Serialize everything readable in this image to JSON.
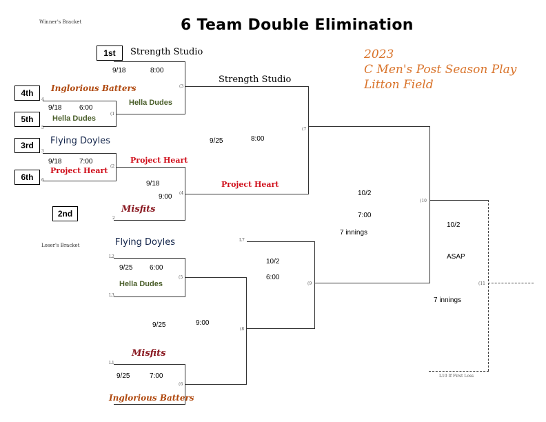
{
  "header": {
    "winners_label": "Winner's Bracket",
    "title": "6 Team Double Elimination",
    "losers_label": "Loser's Bracket"
  },
  "info": {
    "year": "2023",
    "league": "C Men's Post Season Play",
    "field": "Litton Field"
  },
  "seeds": {
    "s1": "1st",
    "s2": "2nd",
    "s3": "3rd",
    "s4": "4th",
    "s5": "5th",
    "s6": "6th"
  },
  "winners": {
    "g1": {
      "team_top": "Inglorious Batters",
      "team_bottom": "Hella Dudes",
      "date": "9/18",
      "time": "6:00",
      "label": "(1",
      "slot_top": "4",
      "slot_bottom": "5"
    },
    "g2": {
      "team_top": "Flying Doyles",
      "team_bottom": "Project Heart",
      "date": "9/18",
      "time": "7:00",
      "label": "(2",
      "slot_top": "3",
      "slot_bottom": "6"
    },
    "g3": {
      "team_top": "Strength Studio",
      "winner_in": "Hella Dudes",
      "date": "9/18",
      "time": "8:00",
      "label": "(3"
    },
    "g4": {
      "winner_in": "Project Heart",
      "team_bottom": "Misfits",
      "date": "9/18",
      "time": "9:00",
      "label": "(4",
      "slot_bottom": "2"
    },
    "g7": {
      "team_top": "Strength Studio",
      "team_bottom": "Project Heart",
      "date": "9/25",
      "time": "8:00",
      "label": "(7"
    },
    "g10": {
      "date": "10/2",
      "time": "7:00",
      "note": "7 innings",
      "label": "(10"
    },
    "g11": {
      "date": "10/2",
      "time": "ASAP",
      "note": "7 innings",
      "label": "(11",
      "footnote": "L10 If First Loss"
    }
  },
  "losers": {
    "g5": {
      "team_top": "Flying Doyles",
      "team_bottom": "Hella Dudes",
      "date": "9/25",
      "time": "6:00",
      "label": "(5",
      "slot_top": "L2",
      "slot_bottom": "L3"
    },
    "g6": {
      "team_top": "Misfits",
      "team_bottom": "Inglorious Batters",
      "date": "9/25",
      "time": "7:00",
      "label": "(6",
      "slot_top": "L1"
    },
    "g8": {
      "date": "9/25",
      "time": "9:00",
      "label": "(8"
    },
    "g9": {
      "slot_top": "L7",
      "date": "10/2",
      "time": "6:00",
      "label": "(9"
    }
  }
}
